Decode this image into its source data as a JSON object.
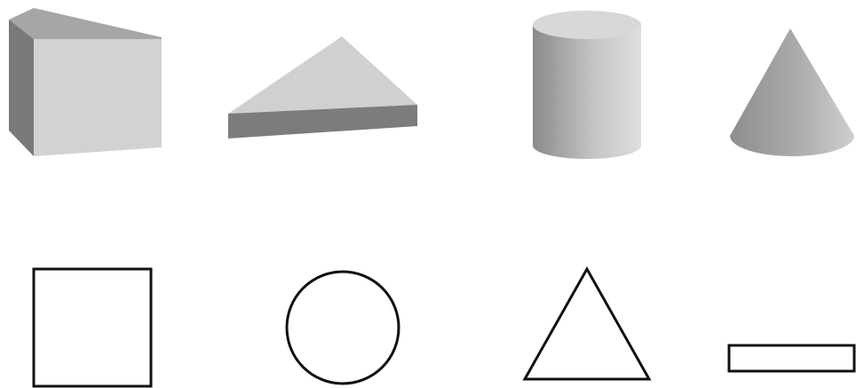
{
  "solids": [
    {
      "shape": "cube"
    },
    {
      "shape": "triangular-prism"
    },
    {
      "shape": "cylinder"
    },
    {
      "shape": "cone"
    }
  ],
  "plane_figures": [
    {
      "shape": "square"
    },
    {
      "shape": "circle"
    },
    {
      "shape": "triangle"
    },
    {
      "shape": "rectangle"
    }
  ],
  "colors": {
    "background": "#ffffff",
    "light_face": "#d2d2d2",
    "mid_face": "#a6a6a6",
    "dark_face": "#7a7a7a",
    "outline": "#111111"
  }
}
